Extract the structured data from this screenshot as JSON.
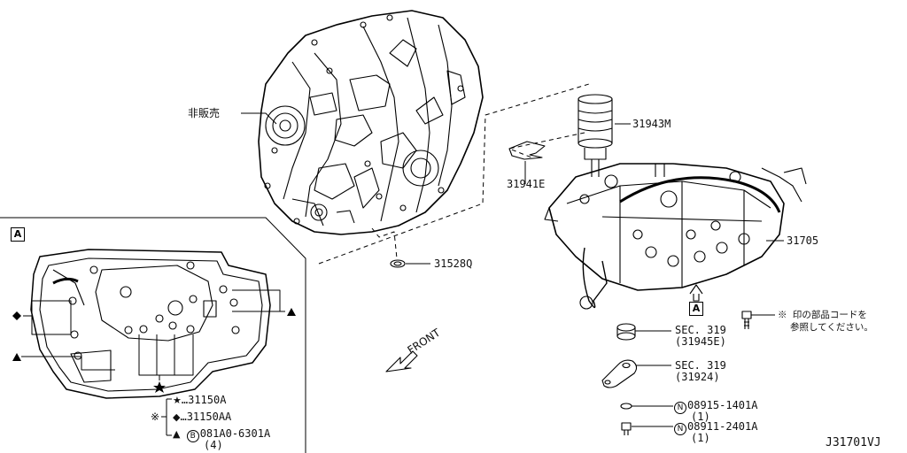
{
  "transmission": {
    "label": "非販売"
  },
  "parts": {
    "p31943m": "31943M",
    "p31941e": "31941E",
    "p31705": "31705",
    "p31528q": "31528Q"
  },
  "sec_refs": [
    {
      "label": "SEC. 319",
      "sub": "(31945E)"
    },
    {
      "label": "SEC. 319",
      "sub": "(31924)"
    }
  ],
  "bolts": [
    {
      "code": "N",
      "part": "08915-1401A",
      "qty": "(1)"
    },
    {
      "code": "N",
      "part": "08911-2401A",
      "qty": "(1)"
    }
  ],
  "note": {
    "line1": "※ 印の部品コードを",
    "line2": "参照してください。"
  },
  "front_label": "FRONT",
  "view_marker": "A",
  "legend": {
    "group_mark": "※",
    "items": [
      {
        "symbol": "★",
        "part": "…31150A"
      },
      {
        "symbol": "◆",
        "part": "…31150AA"
      },
      {
        "symbol": "▲",
        "code": "B",
        "part": "081A0-6301A",
        "qty": "(4)"
      }
    ]
  },
  "diagram_code": "J31701VJ"
}
